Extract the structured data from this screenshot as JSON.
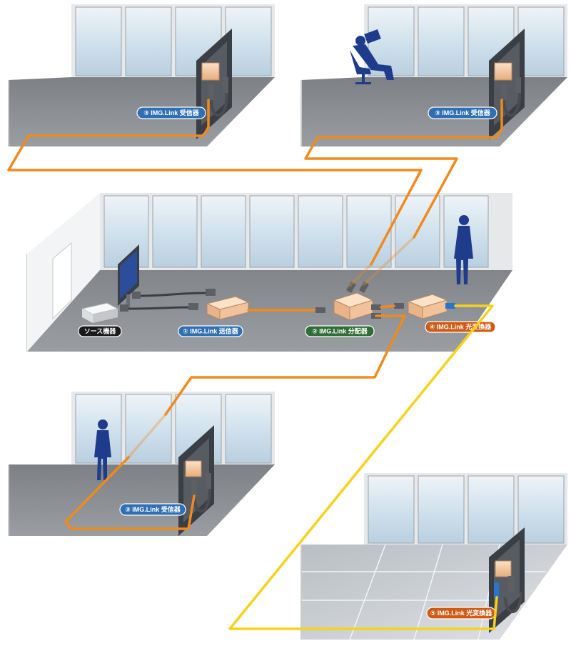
{
  "labels": {
    "source": "ソース機器",
    "transmitter": "① IMG.Link 送信器",
    "distributor": "② IMG.Link 分配器",
    "receiver_a": "③ IMG.Link 受信器",
    "receiver_b": "③ IMG.Link 受信器",
    "receiver_c": "③ IMG.Link 受信器",
    "converter_main": "④ IMG.Link 光変換器",
    "converter_remote": "⑤ IMG.Link 光変換器"
  },
  "colors": {
    "cable_copper": "#f08a1e",
    "cable_fiber": "#f7d21c",
    "floor_gray": "#8a8d91",
    "floor_tile": "#c9cdd1",
    "label_blue": "#2f6fb3",
    "label_green": "#2f6e36",
    "label_black": "#1a1a1a",
    "label_orange": "#cf5a14",
    "device_box": "#f5c9a0",
    "person_silhouette": "#1f3c8c"
  },
  "icons": [
    "display-icon",
    "person-icon",
    "chair-person-icon",
    "door-icon",
    "device-box-icon"
  ]
}
